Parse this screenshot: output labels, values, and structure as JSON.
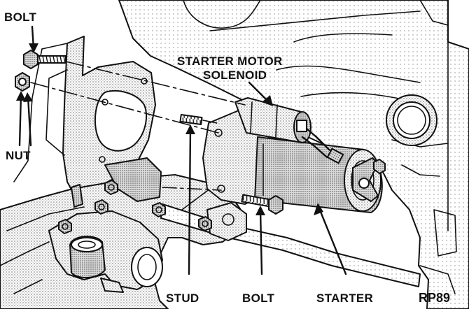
{
  "labels": {
    "bolt_top": "BOLT",
    "nut": "NUT",
    "solenoid": [
      "STARTER MOTOR",
      "SOLENOID"
    ],
    "stud": "STUD",
    "bolt_bottom": "BOLT",
    "starter": "STARTER",
    "figure_code": "RP89"
  },
  "colors": {
    "ink": "#111111",
    "paper": "#ffffff",
    "stipple": "#8a8a8a"
  }
}
